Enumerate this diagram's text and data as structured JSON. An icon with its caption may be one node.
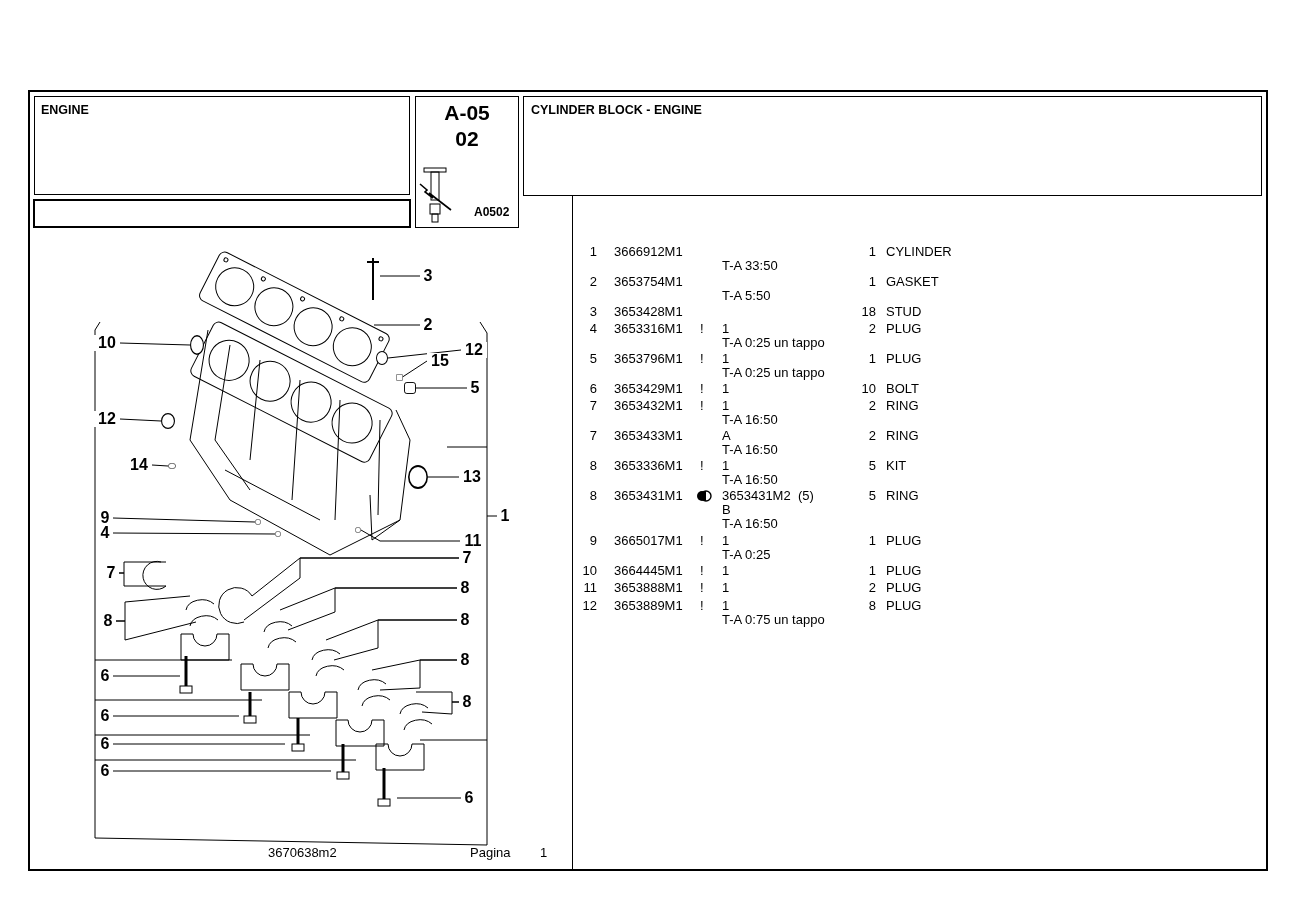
{
  "diagram": {
    "title": "CYLINDER BLOCK - ENGINE",
    "nodes": [
      {
        "text": [
          "3"
        ]
      },
      {
        "text": [
          "2"
        ]
      },
      {
        "text": [
          "10"
        ]
      },
      {
        "text": [
          "12"
        ]
      },
      {
        "text": [
          "15"
        ]
      },
      {
        "text": [
          "5"
        ]
      },
      {
        "text": [
          "12"
        ]
      },
      {
        "text": [
          "14"
        ]
      },
      {
        "text": [
          "13"
        ]
      },
      {
        "text": [
          "9"
        ]
      },
      {
        "text": [
          "1"
        ]
      },
      {
        "text": [
          "4"
        ]
      },
      {
        "text": [
          "11"
        ]
      },
      {
        "text": [
          "7"
        ]
      },
      {
        "text": [
          "7"
        ]
      },
      {
        "text": [
          "8"
        ]
      },
      {
        "text": [
          "8"
        ]
      },
      {
        "text": [
          "8"
        ]
      },
      {
        "text": [
          "8"
        ]
      },
      {
        "text": [
          "8"
        ]
      },
      {
        "text": [
          "6"
        ]
      },
      {
        "text": [
          "6"
        ]
      },
      {
        "text": [
          "6"
        ]
      },
      {
        "text": [
          "6"
        ]
      },
      {
        "text": [
          "6"
        ]
      },
      {
        "text": [],
        "shape": "circle"
      },
      {
        "text": [],
        "shape": "circle"
      },
      {
        "text": [],
        "shape": "box"
      },
      {
        "text": [],
        "shape": "box"
      },
      {
        "text": [],
        "shape": "circle"
      },
      {
        "text": [],
        "shape": "circle"
      },
      {
        "text": [],
        "shape": "circle"
      },
      {
        "text": [],
        "shape": "circle"
      },
      {
        "text": [],
        "shape": "circle"
      },
      {
        "text": [],
        "shape": "circle"
      }
    ],
    "edges": [
      {
        "from": 0,
        "to": null,
        "arrow": "none"
      },
      {
        "from": 1,
        "to": null,
        "arrow": "none"
      },
      {
        "from": 2,
        "to": 25,
        "arrow": "none"
      },
      {
        "from": 3,
        "to": 26,
        "arrow": "none"
      },
      {
        "from": 4,
        "to": 27,
        "arrow": "none"
      },
      {
        "from": 5,
        "to": 28,
        "arrow": "none"
      },
      {
        "from": 6,
        "to": 29,
        "arrow": "none"
      },
      {
        "from": 7,
        "to": 30,
        "arrow": "none"
      },
      {
        "from": 8,
        "to": 31,
        "arrow": "none"
      },
      {
        "from": 9,
        "to": 32,
        "arrow": "none"
      },
      {
        "from": 10,
        "to": null,
        "arrow": "none"
      },
      {
        "from": 11,
        "to": 33,
        "arrow": "none"
      },
      {
        "from": 12,
        "to": 34,
        "arrow": "none"
      },
      {
        "from": 13,
        "to": null,
        "arrow": "none"
      },
      {
        "from": 13,
        "to": null,
        "arrow": "none"
      },
      {
        "from": 14,
        "to": null,
        "arrow": "none"
      },
      {
        "from": 14,
        "to": null,
        "arrow": "none"
      },
      {
        "from": 15,
        "to": null,
        "arrow": "none"
      },
      {
        "from": 15,
        "to": null,
        "arrow": "none"
      },
      {
        "from": 16,
        "to": null,
        "arrow": "none"
      },
      {
        "from": 16,
        "to": null,
        "arrow": "none"
      },
      {
        "from": 17,
        "to": null,
        "arrow": "none"
      },
      {
        "from": 17,
        "to": null,
        "arrow": "none"
      },
      {
        "from": 18,
        "to": null,
        "arrow": "none"
      },
      {
        "from": 18,
        "to": null,
        "arrow": "none"
      },
      {
        "from": 19,
        "to": null,
        "arrow": "none"
      },
      {
        "from": 19,
        "to": null,
        "arrow": "none"
      },
      {
        "from": 20,
        "to": null,
        "arrow": "none"
      },
      {
        "from": 21,
        "to": null,
        "arrow": "none"
      },
      {
        "from": 22,
        "to": null,
        "arrow": "none"
      },
      {
        "from": 23,
        "to": null,
        "arrow": "none"
      },
      {
        "from": 24,
        "to": null,
        "arrow": "none"
      }
    ],
    "labels": [
      "ENGINE",
      "A-05",
      "02",
      "A0502",
      "1",
      "3666912M1",
      "1",
      "CYLINDER",
      "T-A 33:50",
      "2",
      "3653754M1",
      "1",
      "GASKET",
      "T-A 5:50",
      "3",
      "3653428M1",
      "18",
      "STUD",
      "4",
      "3653316M1",
      "!",
      "1",
      "2",
      "PLUG",
      "T-A 0:25 un tappo",
      "5",
      "3653796M1",
      "!",
      "1",
      "1",
      "PLUG",
      "T-A 0:25 un tappo",
      "6",
      "3653429M1",
      "!",
      "1",
      "10",
      "BOLT",
      "7",
      "3653432M1",
      "!",
      "1",
      "2",
      "RING",
      "T-A 16:50",
      "7",
      "3653433M1",
      "A",
      "2",
      "RING",
      "T-A 16:50",
      "8",
      "3653336M1",
      "!",
      "1",
      "5",
      "KIT",
      "T-A 16:50",
      "8",
      "3653431M1",
      "3653431M2  (5)",
      "5",
      "RING",
      "B",
      "T-A 16:50",
      "9",
      "3665017M1",
      "!",
      "1",
      "1",
      "PLUG",
      "T-A 0:25",
      "10",
      "3664445M1",
      "!",
      "1",
      "1",
      "PLUG",
      "11",
      "3653888M1",
      "!",
      "1",
      "2",
      "PLUG",
      "12",
      "3653889M1",
      "!",
      "1",
      "8",
      "PLUG",
      "T-A 0:75 un tappo",
      "3670638m2",
      "Pagina",
      "1"
    ]
  }
}
